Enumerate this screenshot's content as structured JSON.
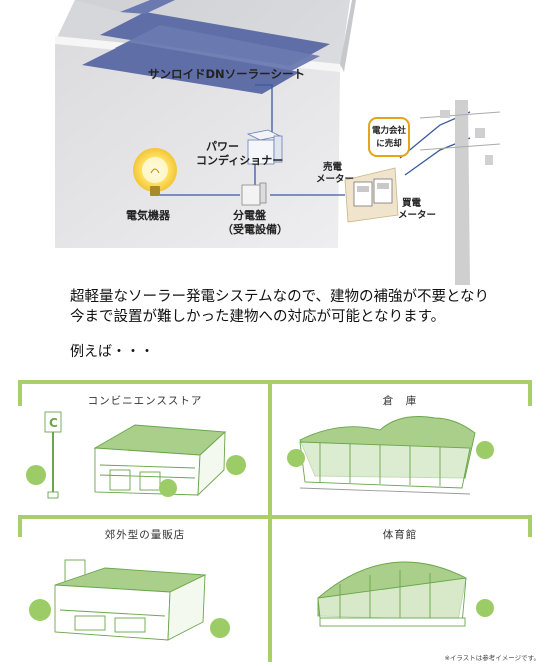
{
  "diagram": {
    "sheet_label": "サンロイドDNソーラーシート",
    "power_conditioner_line1": "パワー",
    "power_conditioner_line2": "コンディショナー",
    "appliance_label": "電気機器",
    "panel_line1": "分電盤",
    "panel_line2": "（受電設備）",
    "sell_meter_line1": "売電",
    "sell_meter_line2": "メーター",
    "buy_meter_line1": "買電",
    "buy_meter_line2": "メーター",
    "utility_line1": "電力会社",
    "utility_line2": "に売却"
  },
  "description": {
    "line1": "超軽量なソーラー発電システムなので、建物の補強が不要となり",
    "line2": "今まで設置が難しかった建物への対応が可能となります。"
  },
  "examples_label": "例えば・・・",
  "examples": [
    {
      "label": "コンビニエンスストア"
    },
    {
      "label": "倉　庫"
    },
    {
      "label": "郊外型の量販店"
    },
    {
      "label": "体育館"
    }
  ],
  "note": "※イラストは参考イメージです。",
  "colors": {
    "accent_green": "#a8cf6a",
    "solar_blue": "#5f6ea6",
    "wire_blue": "#3a5aa0",
    "tree_green": "#9ccc65"
  }
}
